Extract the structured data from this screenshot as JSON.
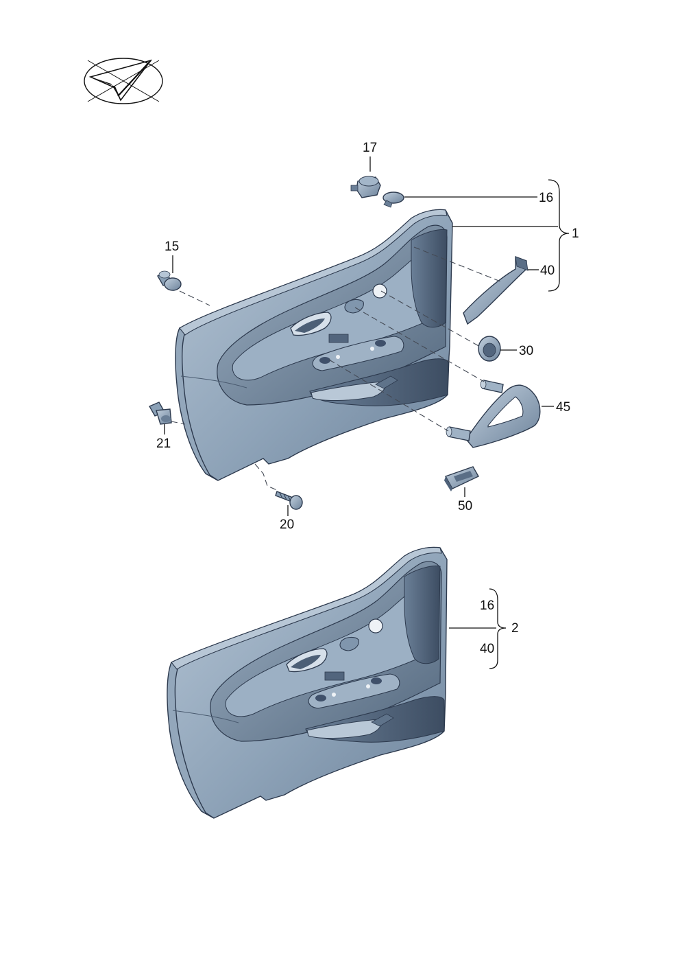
{
  "callouts": {
    "c17": "17",
    "c16": "16",
    "c1": "1",
    "c15": "15",
    "c40": "40",
    "c30": "30",
    "c45": "45",
    "c21": "21",
    "c50": "50",
    "c20": "20",
    "c16b": "16",
    "c2": "2",
    "c40b": "40"
  },
  "icons": {
    "logo": "checkmark-ellipse-icon"
  },
  "colors": {
    "panel_light": "#a7b9cb",
    "panel_mid": "#7f96ad",
    "panel_dark": "#566b83",
    "panel_deep": "#3a4a5e",
    "line": "#111111"
  }
}
